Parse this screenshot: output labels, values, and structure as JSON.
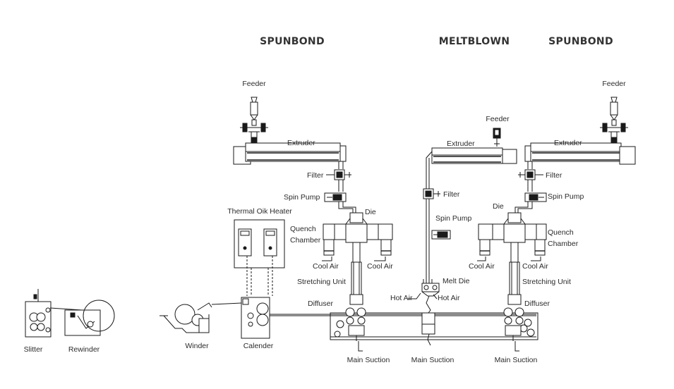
{
  "headers": {
    "spunbond_left": "SPUNBOND",
    "meltblown": "MELTBLOWN",
    "spunbond_right": "SPUNBOND"
  },
  "labels": {
    "feeder": "Feeder",
    "extruder": "Extruder",
    "filter": "Filter",
    "spin_pump": "Spin Pump",
    "die": "Die",
    "melt_die": "Melt Die",
    "quench_1": "Quench",
    "quench_2": "Chamber",
    "cool_air": "Cool Air",
    "hot_air": "Hot Air",
    "stretching_unit": "Stretching Unit",
    "diffuser": "Diffuser",
    "main_suction": "Main Suction",
    "thermal_oil_heater": "Thermal Oik Heater",
    "calender": "Calender",
    "winder": "Winder",
    "slitter": "Slitter",
    "rewinder": "Rewinder"
  },
  "colors": {
    "line": "#1a1a1a",
    "header": "#333333",
    "background": "#ffffff"
  }
}
